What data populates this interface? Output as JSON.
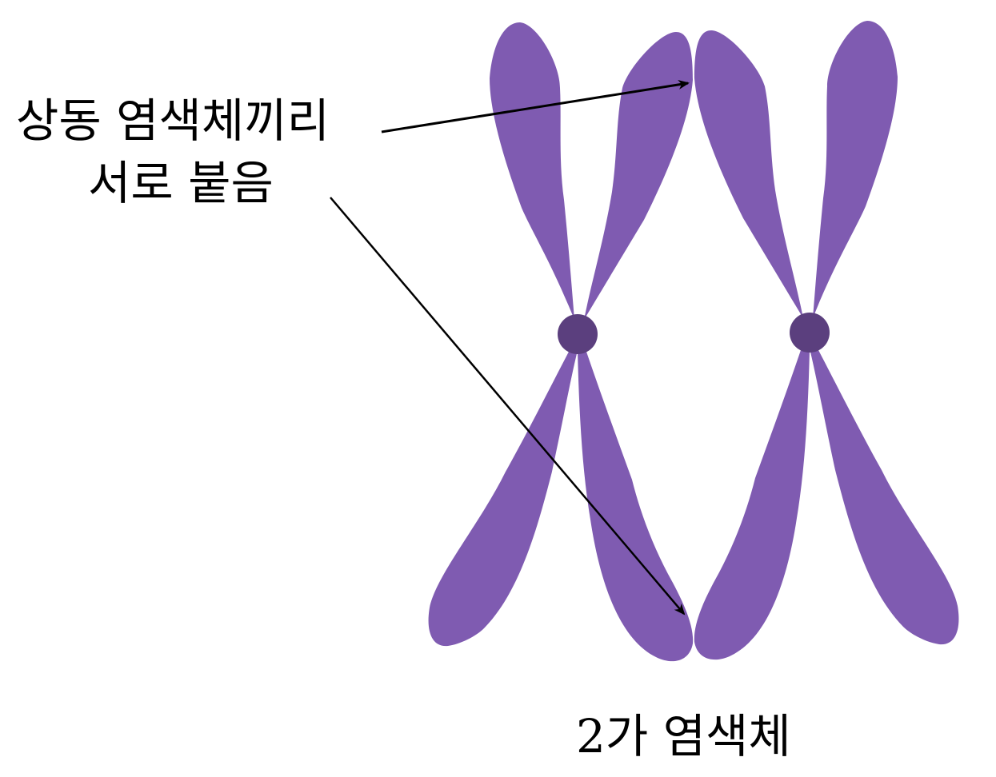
{
  "labels": {
    "homologous_pairing_line1": "상동 염색체끼리",
    "homologous_pairing_line2": "서로 붙음",
    "bivalent": "2가 염색체"
  },
  "colors": {
    "chromatid": "#7f5bb1",
    "centromere": "#5b3f7e",
    "arrow": "#000000"
  }
}
